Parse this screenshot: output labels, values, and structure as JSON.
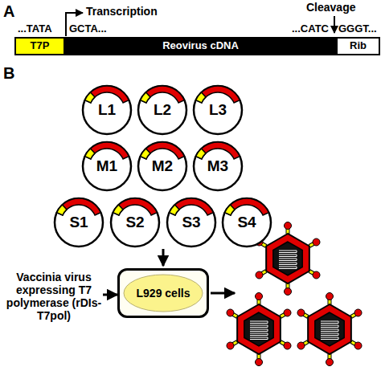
{
  "diagram": {
    "nodes": [
      {
        "text": [
          "T7P"
        ]
      },
      {
        "text": [
          "Reovirus cDNA"
        ]
      },
      {
        "text": [
          "Rib"
        ]
      },
      {
        "text": [
          "L1"
        ]
      },
      {
        "text": [
          "L2"
        ]
      },
      {
        "text": [
          "L3"
        ]
      },
      {
        "text": [
          "M1"
        ]
      },
      {
        "text": [
          "M2"
        ]
      },
      {
        "text": [
          "M3"
        ]
      },
      {
        "text": [
          "S1"
        ]
      },
      {
        "text": [
          "S2"
        ]
      },
      {
        "text": [
          "S3"
        ]
      },
      {
        "text": [
          "S4"
        ]
      },
      {
        "text": [
          "Vaccinia virus expressing T7 polymerase (rDIs-T7pol)"
        ]
      },
      {
        "text": [
          "L929 cells"
        ]
      }
    ],
    "edges": [
      {
        "from": 13,
        "to": 14,
        "arrow": "to"
      }
    ],
    "labels": [
      "A",
      "Transcription",
      "Cleavage",
      "...TATA",
      "GCTA...",
      "...CATC",
      "GGGT...",
      "B"
    ]
  }
}
